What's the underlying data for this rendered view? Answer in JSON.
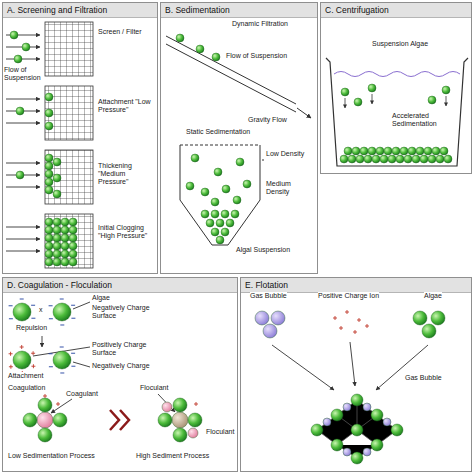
{
  "diagram": {
    "nodes": [
      {
        "text": [
          "A. Screening and Filtration"
        ]
      },
      {
        "text": [
          "B. Sedimentation"
        ]
      },
      {
        "text": [
          "C. Centrifugation"
        ]
      },
      {
        "text": [
          "D. Coagulation - Floculation"
        ]
      },
      {
        "text": [
          "E. Flotation"
        ]
      }
    ],
    "labels": [
      "Screen / Filter",
      "Flow of Suspension",
      "Attachment \"Low Pressure\"",
      "Thickening \"Medium Pressure\"",
      "Initial Clogging \"High Pressure\"",
      "Dynamic Filtration",
      "Flow of Suspension",
      "Gravity Flow",
      "Static Sedimentation",
      "Low Density",
      "Medium Density",
      "Algal Suspension",
      "Suspension Algae",
      "Accelerated Sedimentation",
      "Algae",
      "Negatively Charge Surface",
      "x",
      "Repulsion",
      "Positively Charge Surface",
      "Attachment",
      "Negatively Charge",
      "Coagulation",
      "Coagulant",
      "Floculant",
      "Floculant",
      "Low Sedimentation Process",
      "High Sediment Process",
      "Gas Bubble",
      "Positive Charge Ion",
      "Algae",
      "Gas Bubble"
    ]
  }
}
